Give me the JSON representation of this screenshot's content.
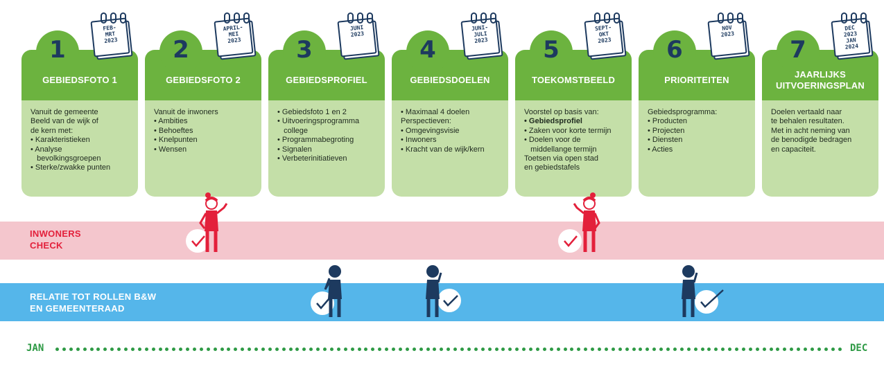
{
  "colors": {
    "green": "#6cb33f",
    "light_green": "#c4dfa8",
    "pink": "#f4c6cd",
    "red": "#e3203b",
    "blue": "#55b6ea",
    "navy": "#1d3a5f",
    "timeline_green": "#2e9a45"
  },
  "steps": [
    {
      "number": "1",
      "calendar": "FEB-\nMRT\n2023",
      "title": "GEBIEDSFOTO 1",
      "lines": [
        "Vanuit de gemeente",
        "",
        "Beeld van de wijk of",
        "de kern met:",
        "• Karakteristieken",
        "• Analyse",
        "   bevolkingsgroepen",
        "• Sterke/zwakke punten"
      ]
    },
    {
      "number": "2",
      "calendar": "APRIL-\nMEI\n2023",
      "title": "GEBIEDSFOTO 2",
      "lines": [
        "Vanuit de inwoners",
        "",
        "• Ambities",
        "• Behoeftes",
        "• Knelpunten",
        "• Wensen"
      ]
    },
    {
      "number": "3",
      "calendar": "JUNI\n2023",
      "title": "GEBIEDSPROFIEL",
      "lines": [
        "• Gebiedsfoto 1 en 2",
        "• Uitvoeringsprogramma",
        "   college",
        "• Programmabegroting",
        "• Signalen",
        "• Verbeterinitiatieven"
      ]
    },
    {
      "number": "4",
      "calendar": "JUNI-\nJULI\n2023",
      "title": "GEBIEDSDOELEN",
      "lines": [
        "• Maximaal 4 doelen",
        "",
        "Perspectieven:",
        "• Omgevingsvisie",
        "• Inwoners",
        "• Kracht van de wijk/kern"
      ]
    },
    {
      "number": "5",
      "calendar": "SEPT-\nOKT\n2023",
      "title": "TOEKOMSTBEELD",
      "lines": [
        "Voorstel op basis van:",
        "• Gebiedsprofiel",
        "• Zaken voor korte termijn",
        "• Doelen voor de",
        "   middellange termijn",
        "",
        "Toetsen via open stad",
        "en gebiedstafels"
      ]
    },
    {
      "number": "6",
      "calendar": "NOV\n2023",
      "title": "PRIORITEITEN",
      "lines": [
        "Gebiedsprogramma:",
        "• Producten",
        "• Projecten",
        "• Diensten",
        "• Acties"
      ]
    },
    {
      "number": "7",
      "calendar": "DEC\n2023\nJAN\n2024",
      "title": "JAARLIJKS\nUITVOERINGSPLAN",
      "lines": [
        "Doelen vertaald naar",
        "te behalen resultaten.",
        "Met in acht neming van",
        "de benodigde bedragen",
        "en capaciteit."
      ]
    }
  ],
  "bands": {
    "inwoners": "INWONERS\nCHECK",
    "relatie": "RELATIE TOT ROLLEN B&W\nEN GEMEENTERAAD"
  },
  "timeline": {
    "start": "JAN",
    "end": "DEC"
  }
}
